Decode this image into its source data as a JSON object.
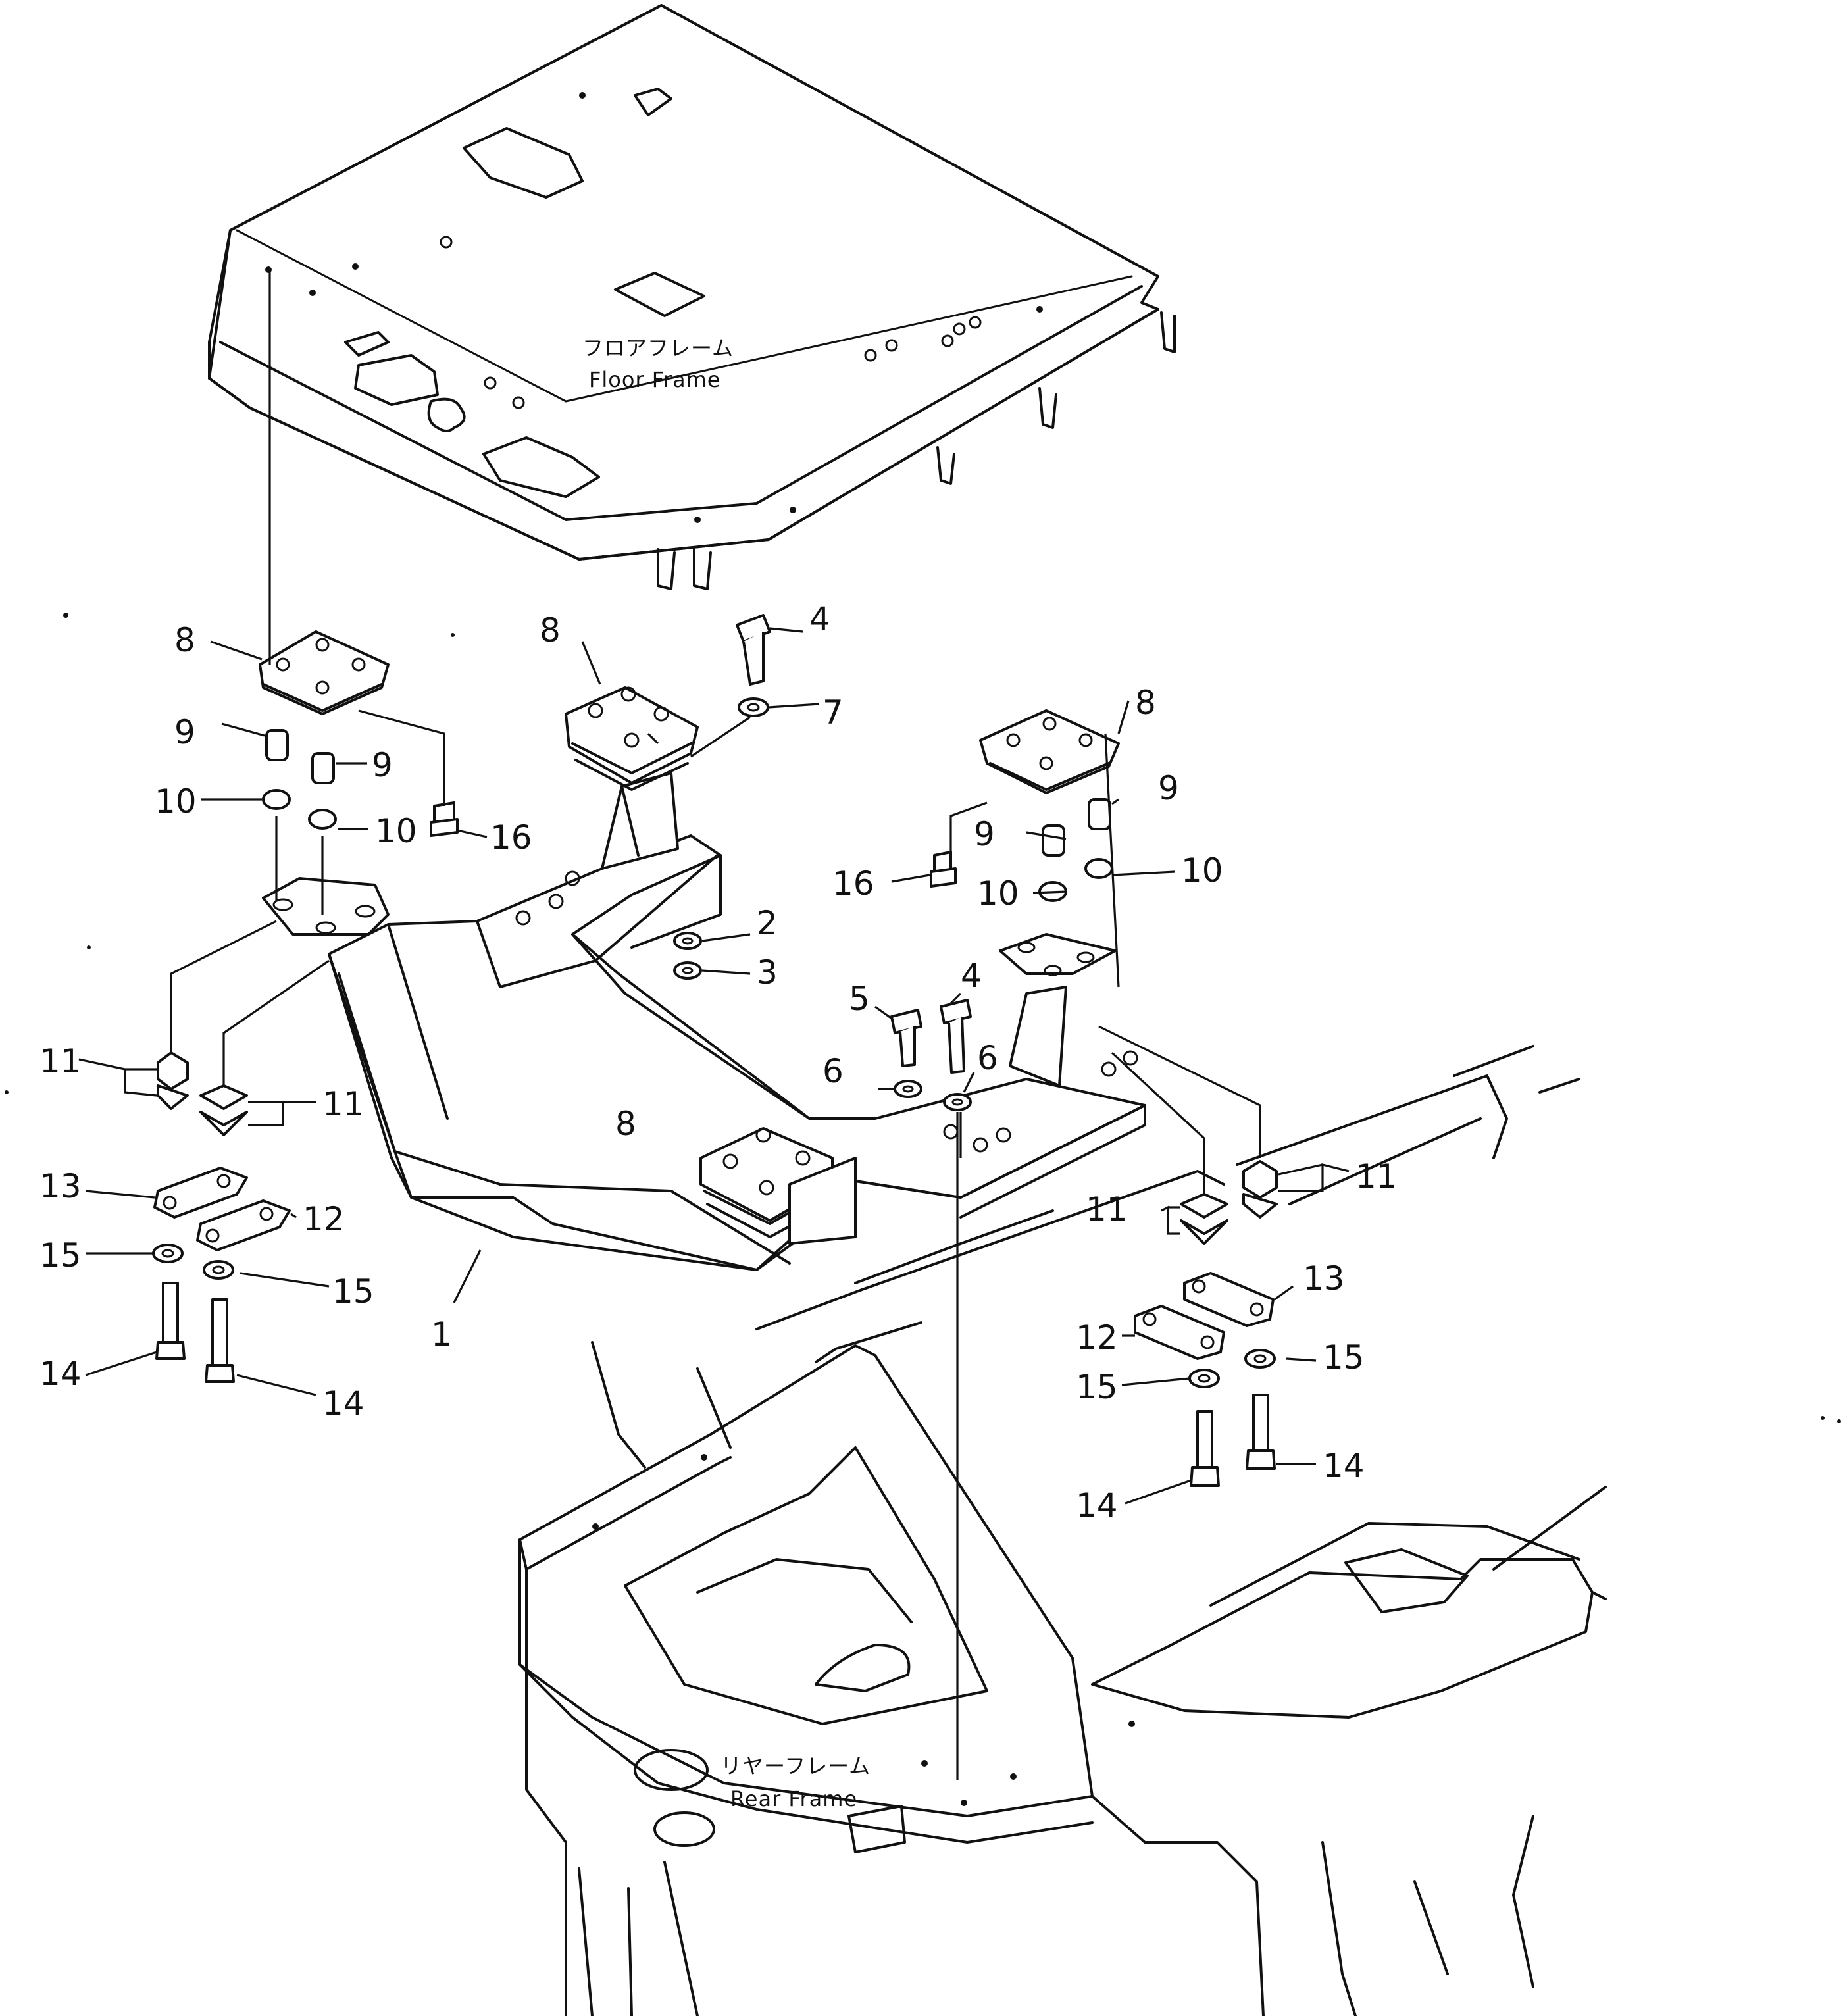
{
  "labels": {
    "floor_frame_jp": "フロアフレーム",
    "floor_frame_en": "Floor Frame",
    "rear_frame_jp": "リヤーフレーム",
    "rear_frame_en": "Rear Frame"
  },
  "callouts": [
    {
      "id": "c8a",
      "text": "8"
    },
    {
      "id": "c8b",
      "text": "8"
    },
    {
      "id": "c8c",
      "text": "8"
    },
    {
      "id": "c8d",
      "text": "8"
    },
    {
      "id": "c4a",
      "text": "4"
    },
    {
      "id": "c4b",
      "text": "4"
    },
    {
      "id": "c7",
      "text": "7"
    },
    {
      "id": "c9a",
      "text": "9"
    },
    {
      "id": "c9b",
      "text": "9"
    },
    {
      "id": "c9c",
      "text": "9"
    },
    {
      "id": "c9d",
      "text": "9"
    },
    {
      "id": "c10a",
      "text": "10"
    },
    {
      "id": "c10b",
      "text": "10"
    },
    {
      "id": "c10c",
      "text": "10"
    },
    {
      "id": "c10d",
      "text": "10"
    },
    {
      "id": "c16a",
      "text": "16"
    },
    {
      "id": "c16b",
      "text": "16"
    },
    {
      "id": "c2",
      "text": "2"
    },
    {
      "id": "c3",
      "text": "3"
    },
    {
      "id": "c5",
      "text": "5"
    },
    {
      "id": "c6a",
      "text": "6"
    },
    {
      "id": "c6b",
      "text": "6"
    },
    {
      "id": "c11a",
      "text": "11"
    },
    {
      "id": "c11b",
      "text": "11"
    },
    {
      "id": "c11c",
      "text": "11"
    },
    {
      "id": "c11d",
      "text": "11"
    },
    {
      "id": "c13a",
      "text": "13"
    },
    {
      "id": "c13b",
      "text": "13"
    },
    {
      "id": "c12a",
      "text": "12"
    },
    {
      "id": "c12b",
      "text": "12"
    },
    {
      "id": "c15a",
      "text": "15"
    },
    {
      "id": "c15b",
      "text": "15"
    },
    {
      "id": "c15c",
      "text": "15"
    },
    {
      "id": "c15d",
      "text": "15"
    },
    {
      "id": "c14a",
      "text": "14"
    },
    {
      "id": "c14b",
      "text": "14"
    },
    {
      "id": "c14c",
      "text": "14"
    },
    {
      "id": "c14d",
      "text": "14"
    },
    {
      "id": "c1",
      "text": "1"
    }
  ]
}
